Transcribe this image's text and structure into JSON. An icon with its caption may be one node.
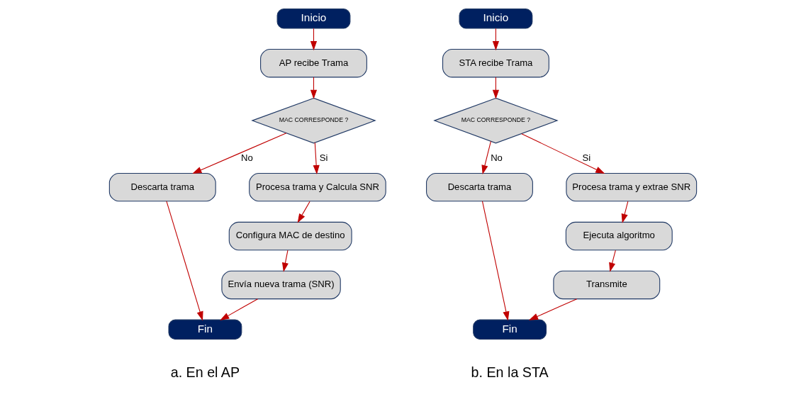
{
  "diagram": {
    "nodes": [
      {
        "text": [
          "Inicio"
        ]
      },
      {
        "text": [
          "AP recibe Trama"
        ]
      },
      {
        "text": [
          "MAC CORRESPONDE ?"
        ]
      },
      {
        "text": [
          "Descarta trama"
        ]
      },
      {
        "text": [
          "Procesa trama y Calcula SNR"
        ]
      },
      {
        "text": [
          "Configura MAC de destino"
        ]
      },
      {
        "text": [
          "Envía nueva trama (SNR)"
        ]
      },
      {
        "text": [
          "Fin"
        ]
      },
      {
        "text": [
          "Inicio"
        ]
      },
      {
        "text": [
          "STA recibe Trama"
        ]
      },
      {
        "text": [
          "MAC CORRESPONDE ?"
        ]
      },
      {
        "text": [
          "Descarta trama"
        ]
      },
      {
        "text": [
          "Procesa trama y extrae SNR"
        ]
      },
      {
        "text": [
          "Ejecuta algoritmo"
        ]
      },
      {
        "text": [
          "Transmite"
        ]
      },
      {
        "text": [
          "Fin"
        ]
      }
    ],
    "edges": [
      {
        "from": 0,
        "to": 1,
        "arrow": "to"
      },
      {
        "from": 1,
        "to": 2,
        "arrow": "to"
      },
      {
        "from": 2,
        "to": 3,
        "label": "No",
        "arrow": "to"
      },
      {
        "from": 2,
        "to": 4,
        "label": "Si",
        "arrow": "to"
      },
      {
        "from": 4,
        "to": 5,
        "arrow": "to"
      },
      {
        "from": 5,
        "to": 6,
        "arrow": "to"
      },
      {
        "from": 3,
        "to": 7,
        "arrow": "to"
      },
      {
        "from": 6,
        "to": 7,
        "arrow": "to"
      },
      {
        "from": 8,
        "to": 9,
        "arrow": "to"
      },
      {
        "from": 9,
        "to": 10,
        "arrow": "to"
      },
      {
        "from": 10,
        "to": 11,
        "label": "No",
        "arrow": "to"
      },
      {
        "from": 10,
        "to": 12,
        "label": "Si",
        "arrow": "to"
      },
      {
        "from": 12,
        "to": 13,
        "arrow": "to"
      },
      {
        "from": 13,
        "to": 14,
        "arrow": "to"
      },
      {
        "from": 11,
        "to": 15,
        "arrow": "to"
      },
      {
        "from": 14,
        "to": 15,
        "arrow": "to"
      }
    ],
    "labels": [
      "a. En el AP",
      "b. En la STA"
    ]
  }
}
